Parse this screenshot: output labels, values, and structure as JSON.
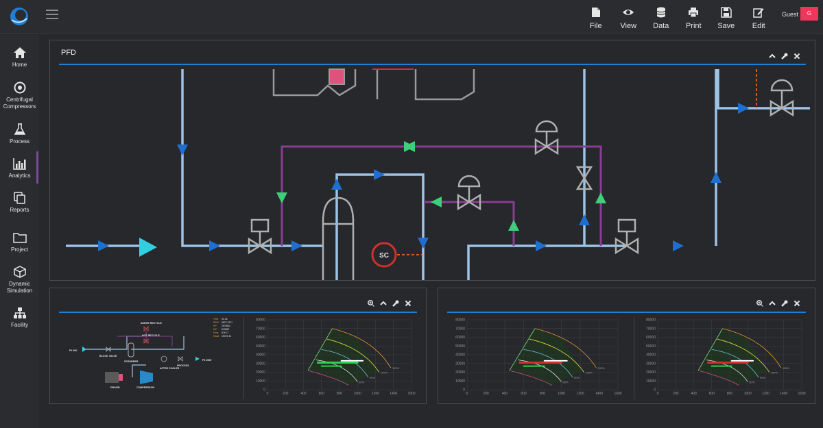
{
  "app": {
    "user_label": "Guest",
    "avatar_initial": "G"
  },
  "toolbar": [
    {
      "label": "File",
      "icon": "file-icon"
    },
    {
      "label": "View",
      "icon": "eye-icon"
    },
    {
      "label": "Data",
      "icon": "database-icon"
    },
    {
      "label": "Print",
      "icon": "printer-icon"
    },
    {
      "label": "Save",
      "icon": "floppy-icon"
    },
    {
      "label": "Edit",
      "icon": "edit-icon"
    }
  ],
  "sidebar": [
    {
      "label": "Home",
      "icon": "home-icon"
    },
    {
      "label": "Centrifugal Compressors",
      "icon": "target-icon"
    },
    {
      "label": "Process",
      "icon": "flask-icon"
    },
    {
      "label": "Analytics",
      "icon": "bar-chart-icon",
      "active": true
    },
    {
      "label": "Reports",
      "icon": "copy-icon"
    },
    {
      "label": "Project",
      "icon": "folder-icon"
    },
    {
      "label": "Dynamic Simulation",
      "icon": "cube-icon"
    },
    {
      "label": "Facility",
      "icon": "sitemap-icon"
    }
  ],
  "pfd_panel": {
    "title": "PFD",
    "controller_label": "SC"
  },
  "mini_diagram": {
    "labels": {
      "p1": "P1 900",
      "block_valve": "BLOCK VALVE",
      "scrubber": "SCRUBBER",
      "hot_recycle": "HOT RECYCLE",
      "surge_recycle": "SURGE RECYCLE",
      "after_cooler": "AFTER COOLER",
      "process": "PROCESS",
      "p2": "P2 2000",
      "driver": "DRIVER",
      "compressor": "COMPRESSOR"
    },
    "readout": [
      {
        "label": "Time",
        "value": "01:16"
      },
      {
        "label": "RPM",
        "value": "9872.1371"
      },
      {
        "label": "HP",
        "value": "2576602"
      },
      {
        "label": "ICF",
        "value": "519890"
      },
      {
        "label": "Flow",
        "value": "878.77"
      },
      {
        "label": "Head",
        "value": "19475.34"
      }
    ]
  },
  "colors": {
    "accent": "#1f7fd4",
    "pipe": "#9dc3e6",
    "recycle": "#8a3d95",
    "arrow_blue": "#1f6fd0",
    "arrow_green": "#3ecf7a",
    "avatar": "#f0365a"
  },
  "chart_data": [
    {
      "type": "line",
      "title": "",
      "x_ticks": [
        "0",
        "200",
        "400",
        "600",
        "800",
        "1000",
        "1200",
        "1400",
        "1600"
      ],
      "y_ticks": [
        "0",
        "10000",
        "20000",
        "30000",
        "40000",
        "50000",
        "60000",
        "70000",
        "80000"
      ],
      "xlim": [
        0,
        1600
      ],
      "ylim": [
        0,
        80000
      ],
      "curve_labels": [
        "80%",
        "90%",
        "100%",
        "105%"
      ],
      "grid": true
    },
    {
      "type": "line",
      "title": "",
      "x_ticks": [
        "0",
        "200",
        "400",
        "600",
        "800",
        "1000",
        "1200",
        "1400",
        "1600"
      ],
      "y_ticks": [
        "0",
        "10000",
        "20000",
        "30000",
        "40000",
        "50000",
        "60000",
        "70000",
        "80000"
      ],
      "xlim": [
        0,
        1600
      ],
      "ylim": [
        0,
        80000
      ],
      "curve_labels": [
        "80%",
        "90%",
        "100%",
        "105%"
      ],
      "grid": true
    },
    {
      "type": "line",
      "title": "",
      "x_ticks": [
        "0",
        "200",
        "400",
        "600",
        "800",
        "1000",
        "1200",
        "1400",
        "1600"
      ],
      "y_ticks": [
        "0",
        "10000",
        "20000",
        "30000",
        "40000",
        "50000",
        "60000",
        "70000",
        "80000"
      ],
      "xlim": [
        0,
        1600
      ],
      "ylim": [
        0,
        80000
      ],
      "curve_labels": [
        "80%",
        "90%",
        "100%",
        "105%"
      ],
      "grid": true
    }
  ]
}
